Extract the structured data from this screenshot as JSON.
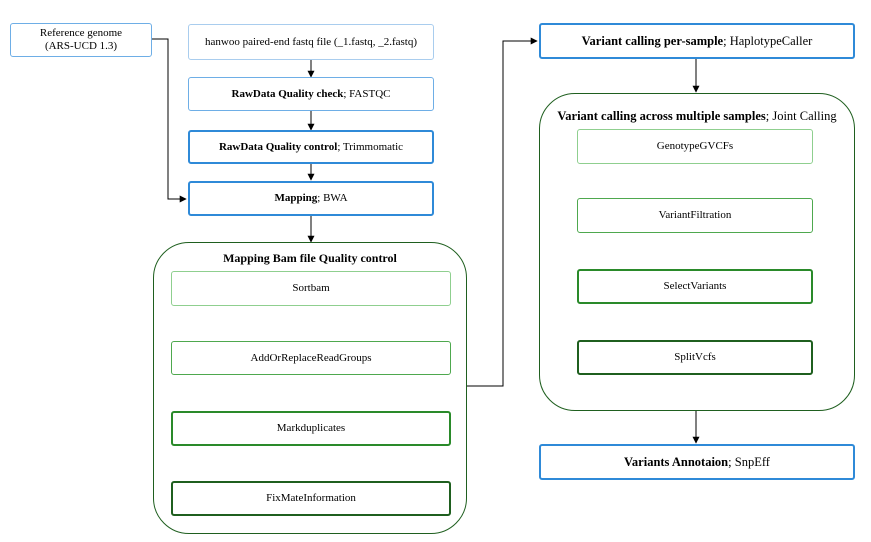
{
  "reference": {
    "line1": "Reference genome",
    "line2": "(ARS-UCD 1.3)"
  },
  "left_steps": {
    "fastq": "hanwoo paired-end fastq file (_1.fastq, _2.fastq)",
    "qc_check_bold": "RawData Quality check",
    "qc_check_tool": "; FASTQC",
    "qc_control_bold": "RawData Quality control",
    "qc_control_tool": "; Trimmomatic",
    "mapping_bold": "Mapping",
    "mapping_tool": "; BWA"
  },
  "bam_group": {
    "title": "Mapping Bam file Quality control",
    "steps": [
      "Sortbam",
      "AddOrReplaceReadGroups",
      "Markduplicates",
      "FixMateInformation"
    ]
  },
  "right": {
    "per_sample_bold": "Variant calling per-sample",
    "per_sample_tool": "; HaplotypeCaller",
    "joint_title_bold": "Variant calling across multiple samples",
    "joint_title_tool": "; Joint Calling",
    "joint_steps": [
      "GenotypeGVCFs",
      "VariantFiltration",
      "SelectVariants",
      "SplitVcfs"
    ],
    "annot_bold": "Variants Annotaion",
    "annot_tool": "; SnpEff"
  }
}
